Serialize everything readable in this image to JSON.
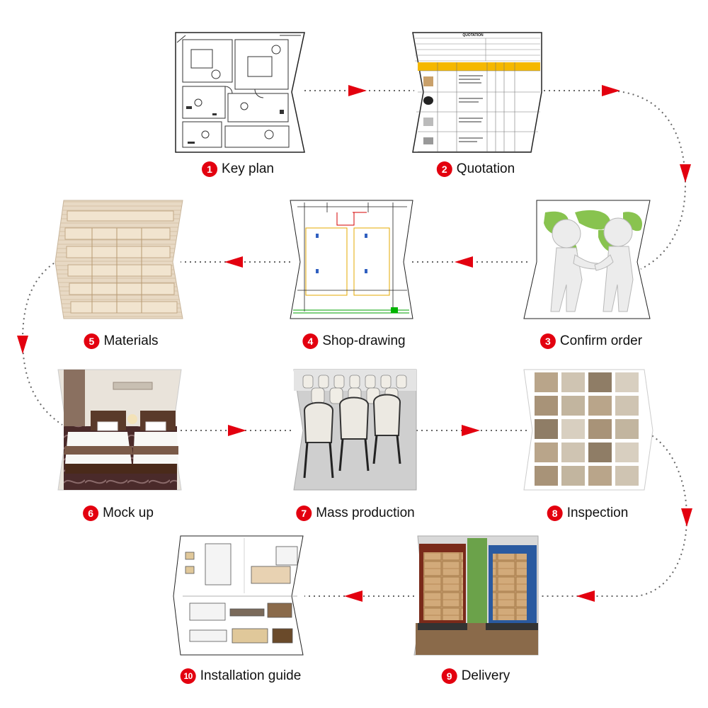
{
  "accent_color": "#e3000f",
  "steps": [
    {
      "number": "1",
      "label": "Key plan",
      "image": "floor-plan-drawing"
    },
    {
      "number": "2",
      "label": "Quotation",
      "image": "quotation-sheet",
      "sheet_title": "QUOTATION"
    },
    {
      "number": "3",
      "label": "Confirm order",
      "image": "handshake-world-map"
    },
    {
      "number": "4",
      "label": "Shop-drawing",
      "image": "technical-drawing"
    },
    {
      "number": "5",
      "label": "Materials",
      "image": "wood-boards"
    },
    {
      "number": "6",
      "label": "Mock up",
      "image": "hotel-room"
    },
    {
      "number": "7",
      "label": "Mass production",
      "image": "chairs-factory"
    },
    {
      "number": "8",
      "label": "Inspection",
      "image": "inspection-photo-grid"
    },
    {
      "number": "9",
      "label": "Delivery",
      "image": "shipping-containers"
    },
    {
      "number": "10",
      "label": "Installation guide",
      "image": "assembly-drawings"
    }
  ]
}
